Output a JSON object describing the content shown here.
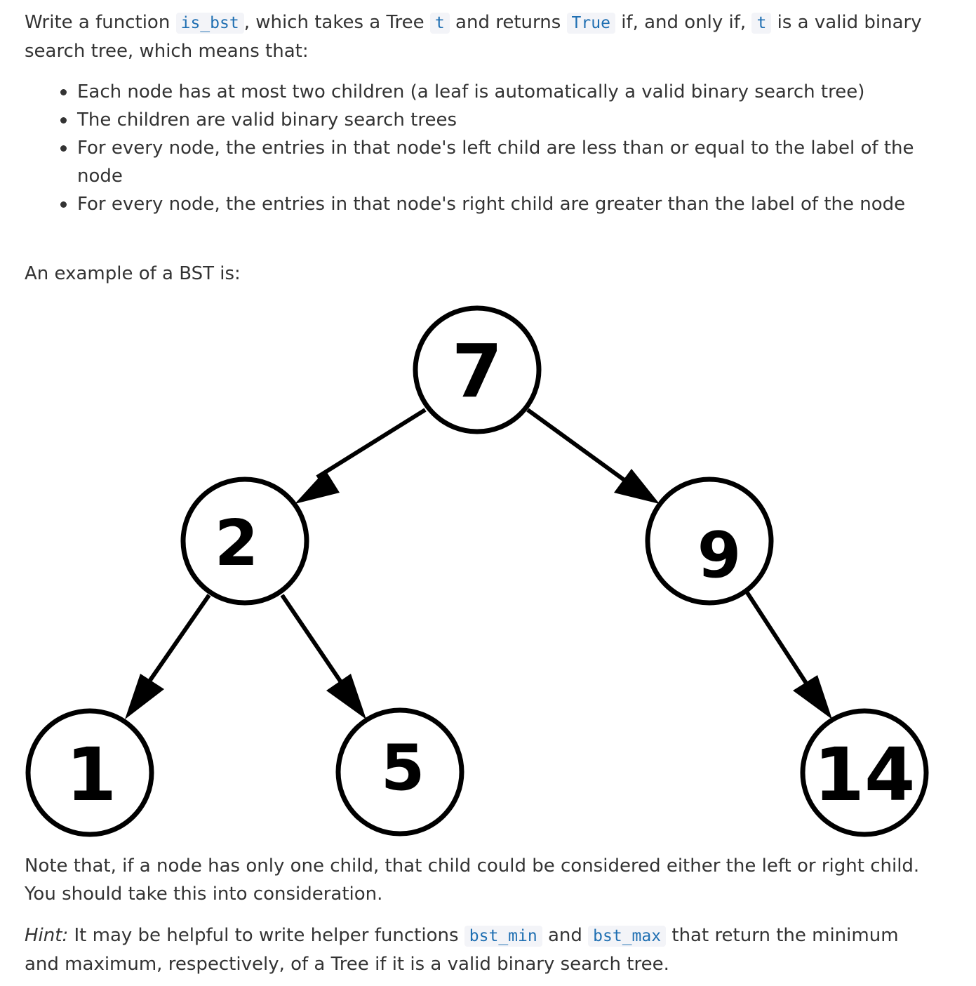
{
  "intro": {
    "t1": "Write a function ",
    "code_fn": "is_bst",
    "t2": ", which takes a Tree ",
    "code_t": "t",
    "t3": " and returns ",
    "code_true": "True",
    "t4": " if, and only if, ",
    "code_t2": "t",
    "t5": " is a valid binary search tree, which means that:"
  },
  "rules": [
    "Each node has at most two children (a leaf is automatically a valid binary search tree)",
    "The children are valid binary search trees",
    "For every node, the entries in that node's left child are less than or equal to the label of the node",
    "For every node, the entries in that node's right child are greater than the label of the node"
  ],
  "example_label": "An example of a BST is:",
  "tree": {
    "nodes": [
      "7",
      "2",
      "9",
      "1",
      "5",
      "14"
    ]
  },
  "note": "Note that, if a node has only one child, that child could be considered either the left or right child. You should take this into consideration.",
  "hint": {
    "label": "Hint:",
    "t1": " It may be helpful to write helper functions ",
    "code_min": "bst_min",
    "t2": " and ",
    "code_max": "bst_max",
    "t3": " that return the minimum and maximum, respectively, of a Tree if it is a valid binary search tree."
  }
}
